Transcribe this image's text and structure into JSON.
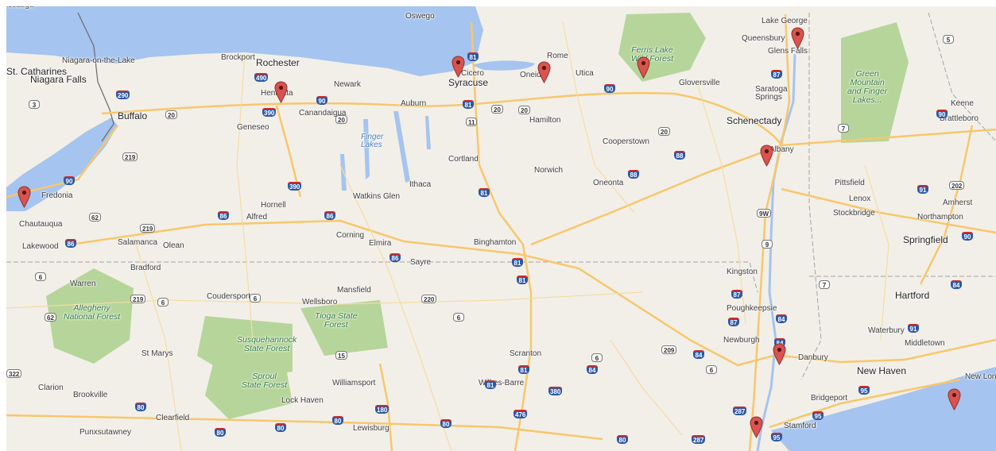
{
  "map": {
    "colors": {
      "land": "#f2efe9",
      "water": "#a5c4ef",
      "park": "#b6d59a",
      "highway": "#f7c76b",
      "minor_road": "#f6dca0",
      "border": "#6a6a6a",
      "state_line": "#a7a2a0",
      "marker": "#d9534f"
    },
    "marker_icon": "map-pin-icon",
    "big_cities": [
      {
        "id": "rochester",
        "name": "Rochester"
      },
      {
        "id": "syracuse",
        "name": "Syracuse"
      },
      {
        "id": "buffalo",
        "name": "Buffalo"
      },
      {
        "id": "niagara-falls",
        "name": "Niagara Falls"
      },
      {
        "id": "st-catharines",
        "name": "St. Catharines"
      },
      {
        "id": "schenectady",
        "name": "Schenectady"
      },
      {
        "id": "hartford",
        "name": "Hartford"
      },
      {
        "id": "springfield",
        "name": "Springfield"
      },
      {
        "id": "new-haven",
        "name": "New Haven"
      }
    ],
    "cities": [
      {
        "id": "mississauga",
        "name": "issauga"
      },
      {
        "id": "niagara-on-the-lake",
        "name": "Niagara-on-the-Lake"
      },
      {
        "id": "brockport",
        "name": "Brockport"
      },
      {
        "id": "oswego",
        "name": "Oswego"
      },
      {
        "id": "lake-george",
        "name": "Lake George"
      },
      {
        "id": "queensbury",
        "name": "Queensbury"
      },
      {
        "id": "glens-falls",
        "name": "Glens Falls"
      },
      {
        "id": "rome",
        "name": "Rome"
      },
      {
        "id": "cicero",
        "name": "Cicero"
      },
      {
        "id": "oneida",
        "name": "Oneida"
      },
      {
        "id": "utica",
        "name": "Utica"
      },
      {
        "id": "newark",
        "name": "Newark"
      },
      {
        "id": "henrietta",
        "name": "Henrietta"
      },
      {
        "id": "gloversville",
        "name": "Gloversville"
      },
      {
        "id": "saratoga-springs",
        "name": "Saratoga\nSprings"
      },
      {
        "id": "keene",
        "name": "Keene"
      },
      {
        "id": "canandaigua",
        "name": "Canandaigua"
      },
      {
        "id": "auburn",
        "name": "Auburn"
      },
      {
        "id": "hamilton",
        "name": "Hamilton"
      },
      {
        "id": "brattleboro",
        "name": "Brattleboro"
      },
      {
        "id": "geneseo",
        "name": "Geneseo"
      },
      {
        "id": "cooperstown",
        "name": "Cooperstown"
      },
      {
        "id": "albany",
        "name": "Albany"
      },
      {
        "id": "cortland",
        "name": "Cortland"
      },
      {
        "id": "norwich",
        "name": "Norwich"
      },
      {
        "id": "pittsfield",
        "name": "Pittsfield"
      },
      {
        "id": "fredonia",
        "name": "Fredonia"
      },
      {
        "id": "ithaca",
        "name": "Ithaca"
      },
      {
        "id": "oneonta",
        "name": "Oneonta"
      },
      {
        "id": "lenox",
        "name": "Lenox"
      },
      {
        "id": "watkins-glen",
        "name": "Watkins Glen"
      },
      {
        "id": "stockbridge",
        "name": "Stockbridge"
      },
      {
        "id": "amherst",
        "name": "Amherst"
      },
      {
        "id": "hornell",
        "name": "Hornell"
      },
      {
        "id": "northampton",
        "name": "Northampton"
      },
      {
        "id": "chautauqua",
        "name": "Chautauqua"
      },
      {
        "id": "alfred",
        "name": "Alfred"
      },
      {
        "id": "corning",
        "name": "Corning"
      },
      {
        "id": "elmira",
        "name": "Elmira"
      },
      {
        "id": "binghamton",
        "name": "Binghamton"
      },
      {
        "id": "lakewood",
        "name": "Lakewood"
      },
      {
        "id": "salamanca",
        "name": "Salamanca"
      },
      {
        "id": "olean",
        "name": "Olean"
      },
      {
        "id": "sayre",
        "name": "Sayre"
      },
      {
        "id": "bradford",
        "name": "Bradford"
      },
      {
        "id": "kingston",
        "name": "Kingston"
      },
      {
        "id": "warren",
        "name": "Warren"
      },
      {
        "id": "coudersport",
        "name": "Coudersport"
      },
      {
        "id": "mansfield",
        "name": "Mansfield"
      },
      {
        "id": "wellsboro",
        "name": "Wellsboro"
      },
      {
        "id": "poughkeepsie",
        "name": "Poughkeepsie"
      },
      {
        "id": "waterbury",
        "name": "Waterbury"
      },
      {
        "id": "newburgh",
        "name": "Newburgh"
      },
      {
        "id": "middletown",
        "name": "Middletown"
      },
      {
        "id": "st-marys",
        "name": "St Marys"
      },
      {
        "id": "scranton",
        "name": "Scranton"
      },
      {
        "id": "danbury",
        "name": "Danbury"
      },
      {
        "id": "new-london",
        "name": "New Lon"
      },
      {
        "id": "clarion",
        "name": "Clarion"
      },
      {
        "id": "williamsport",
        "name": "Williamsport"
      },
      {
        "id": "wilkes-barre",
        "name": "Wilkes-Barre"
      },
      {
        "id": "brookville",
        "name": "Brookville"
      },
      {
        "id": "bridgeport",
        "name": "Bridgeport"
      },
      {
        "id": "lock-haven",
        "name": "Lock Haven"
      },
      {
        "id": "clearfield",
        "name": "Clearfield"
      },
      {
        "id": "stamford",
        "name": "Stamford"
      },
      {
        "id": "punxsutawney",
        "name": "Punxsutawney"
      },
      {
        "id": "lewisburg",
        "name": "Lewisburg"
      }
    ],
    "parks": [
      {
        "id": "ferris-lake",
        "name": "Ferris Lake\nWild Forest"
      },
      {
        "id": "green-mountain",
        "name": "Green\nMountain\nand Finger\nLakes..."
      },
      {
        "id": "allegheny",
        "name": "Allegheny\nNational Forest"
      },
      {
        "id": "tioga",
        "name": "Tioga State\nForest"
      },
      {
        "id": "susquehannock",
        "name": "Susquehannock\nState Forest"
      },
      {
        "id": "sproul",
        "name": "Sproul\nState Forest"
      }
    ],
    "water_labels": [
      {
        "id": "finger-lakes",
        "name": "Finger\nLakes"
      }
    ],
    "interstate_shields": [
      {
        "id": "i490a",
        "num": "490"
      },
      {
        "id": "i290",
        "num": "290"
      },
      {
        "id": "i90a",
        "num": "90"
      },
      {
        "id": "i390",
        "num": "390"
      },
      {
        "id": "i81a",
        "num": "81"
      },
      {
        "id": "i81b",
        "num": "81"
      },
      {
        "id": "i90b",
        "num": "90"
      },
      {
        "id": "i87a",
        "num": "87"
      },
      {
        "id": "i90c",
        "num": "90"
      },
      {
        "id": "i88a",
        "num": "88"
      },
      {
        "id": "i88b",
        "num": "88"
      },
      {
        "id": "i390b",
        "num": "390"
      },
      {
        "id": "i81c",
        "num": "81"
      },
      {
        "id": "i86a",
        "num": "86"
      },
      {
        "id": "i86b",
        "num": "86"
      },
      {
        "id": "i90d",
        "num": "90"
      },
      {
        "id": "i91a",
        "num": "91"
      },
      {
        "id": "i86c",
        "num": "86"
      },
      {
        "id": "i86d",
        "num": "86"
      },
      {
        "id": "i81d",
        "num": "81"
      },
      {
        "id": "i81e",
        "num": "81"
      },
      {
        "id": "i87b",
        "num": "87"
      },
      {
        "id": "i84a",
        "num": "84"
      },
      {
        "id": "i90e",
        "num": "90"
      },
      {
        "id": "i84b",
        "num": "84"
      },
      {
        "id": "i91b",
        "num": "91"
      },
      {
        "id": "i84c",
        "num": "84"
      },
      {
        "id": "i84d",
        "num": "84"
      },
      {
        "id": "i84e",
        "num": "84"
      },
      {
        "id": "i81f",
        "num": "81"
      },
      {
        "id": "i380",
        "num": "380"
      },
      {
        "id": "i95a",
        "num": "95"
      },
      {
        "id": "i95b",
        "num": "95"
      },
      {
        "id": "i287a",
        "num": "287"
      },
      {
        "id": "i80a",
        "num": "80"
      },
      {
        "id": "i80b",
        "num": "80"
      },
      {
        "id": "i180",
        "num": "180"
      },
      {
        "id": "i80c",
        "num": "80"
      },
      {
        "id": "i80d",
        "num": "80"
      },
      {
        "id": "i81g",
        "num": "81"
      },
      {
        "id": "i476",
        "num": "476"
      },
      {
        "id": "i80e",
        "num": "80"
      },
      {
        "id": "i287b",
        "num": "287"
      },
      {
        "id": "i95c",
        "num": "95"
      },
      {
        "id": "i80f",
        "num": "80"
      },
      {
        "id": "i87c",
        "num": "87"
      }
    ],
    "us_shields": [
      {
        "id": "us3",
        "num": "3"
      },
      {
        "id": "us20a",
        "num": "20"
      },
      {
        "id": "us20b",
        "num": "20"
      },
      {
        "id": "us20c",
        "num": "20"
      },
      {
        "id": "us20d",
        "num": "20"
      },
      {
        "id": "us11",
        "num": "11"
      },
      {
        "id": "us5",
        "num": "5"
      },
      {
        "id": "us20e",
        "num": "20"
      },
      {
        "id": "us7a",
        "num": "7"
      },
      {
        "id": "us219a",
        "num": "219"
      },
      {
        "id": "us62a",
        "num": "62"
      },
      {
        "id": "us219b",
        "num": "219"
      },
      {
        "id": "us202",
        "num": "202"
      },
      {
        "id": "us9w",
        "num": "9W"
      },
      {
        "id": "us9",
        "num": "9"
      },
      {
        "id": "us6a",
        "num": "6"
      },
      {
        "id": "us7b",
        "num": "7"
      },
      {
        "id": "us219c",
        "num": "219"
      },
      {
        "id": "us6b",
        "num": "6"
      },
      {
        "id": "us6c",
        "num": "6"
      },
      {
        "id": "us220",
        "num": "220"
      },
      {
        "id": "us62b",
        "num": "62"
      },
      {
        "id": "us6d",
        "num": "6"
      },
      {
        "id": "us15",
        "num": "15"
      },
      {
        "id": "us209",
        "num": "209"
      },
      {
        "id": "us6e",
        "num": "6"
      },
      {
        "id": "us322",
        "num": "322"
      },
      {
        "id": "us6f",
        "num": "6"
      }
    ],
    "markers": [
      {
        "id": "marker-fredonia",
        "label": "Fredonia"
      },
      {
        "id": "marker-henrietta",
        "label": "Henrietta"
      },
      {
        "id": "marker-syracuse",
        "label": "Syracuse"
      },
      {
        "id": "marker-oneida",
        "label": "Oneida"
      },
      {
        "id": "marker-ferris-lake",
        "label": "Ferris Lake Wild Forest"
      },
      {
        "id": "marker-glens-falls",
        "label": "Glens Falls"
      },
      {
        "id": "marker-albany",
        "label": "Albany"
      },
      {
        "id": "marker-newburgh",
        "label": "Newburgh"
      },
      {
        "id": "marker-westchester",
        "label": "Westchester"
      },
      {
        "id": "marker-long-island",
        "label": "Long Island"
      }
    ]
  }
}
